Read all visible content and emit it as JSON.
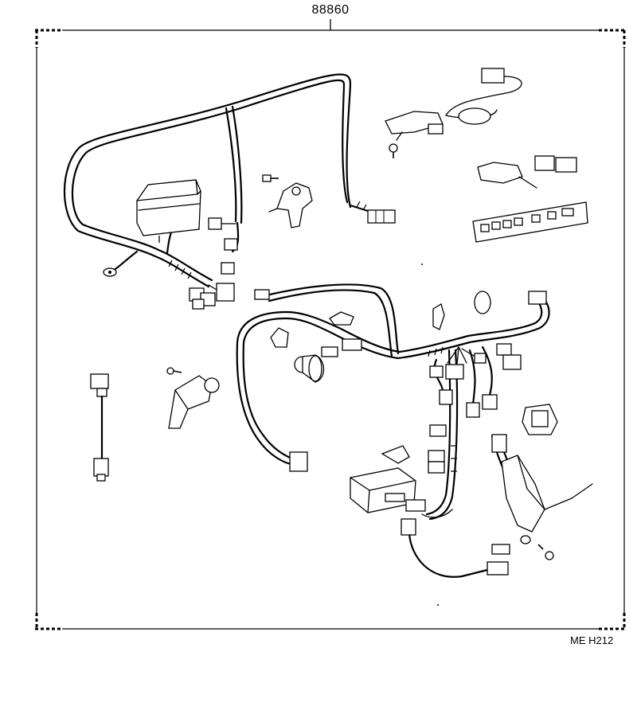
{
  "diagram": {
    "part_number": "88860",
    "figure_code": "ME H212",
    "colors": {
      "ink": "#000000",
      "paper": "#ffffff"
    },
    "icons": [
      "harness-outline",
      "relay-box",
      "connector",
      "bolt",
      "switch",
      "control-panel",
      "amplifier",
      "grommet"
    ]
  }
}
